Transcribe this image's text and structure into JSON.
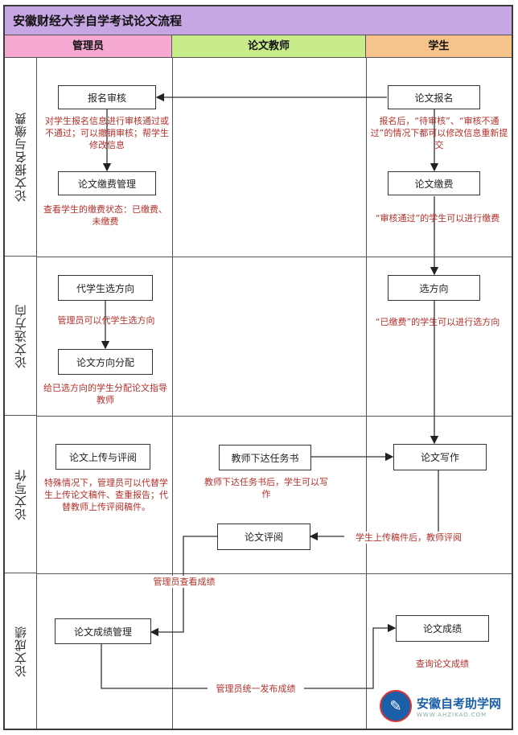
{
  "title": "安徽财经大学自学考试论文流程",
  "columns": [
    {
      "label": "管理员",
      "color": "#f5a9d0"
    },
    {
      "label": "论文教师",
      "color": "#c8ec8a"
    },
    {
      "label": "学生",
      "color": "#f6c48a"
    }
  ],
  "lanes": [
    "论文报名与缴费",
    "论文选方向",
    "论文写作",
    "论文成绩"
  ],
  "boxes": {
    "signup_review": "报名审核",
    "fee_manage": "论文缴费管理",
    "select_for_student": "代学生选方向",
    "direction_assign": "论文方向分配",
    "upload_review": "论文上传与评阅",
    "teacher_task": "教师下达任务书",
    "paper_review": "论文评阅",
    "grade_manage": "论文成绩管理",
    "student_signup": "论文报名",
    "student_fee": "论文缴费",
    "student_direction": "选方向",
    "student_writing": "论文写作",
    "student_grade": "论文成绩"
  },
  "notes": {
    "admin_review": "对学生报名信息进行审核通过或不通过；可以撤销审核；帮学生修改信息",
    "admin_fee": "查看学生的缴费状态：已缴费、未缴费",
    "admin_select": "管理员可以代学生选方向",
    "admin_assign": "给已选方向的学生分配论文指导教师",
    "admin_upload": "特殊情况下，管理员可以代替学生上传论文稿件、查重报告；代替教师上传评阅稿件。",
    "teacher_task": "教师下达任务书后，学生可以写作",
    "student_signup": "报名后，“待审核”、“审核不通过”的情况下都可以修改信息重新提交",
    "student_fee": "“审核通过”的学生可以进行缴费",
    "student_direction": "“已缴费”的学生可以进行选方向",
    "student_upload": "学生上传稿件后，教师评阅",
    "admin_view_grade": "管理员查看成绩",
    "admin_publish": "管理员统一发布成绩",
    "student_query": "查询论文成绩"
  },
  "watermark": {
    "name": "安徽自考助学网",
    "url": "WWW.AHZIKAO.COM"
  }
}
